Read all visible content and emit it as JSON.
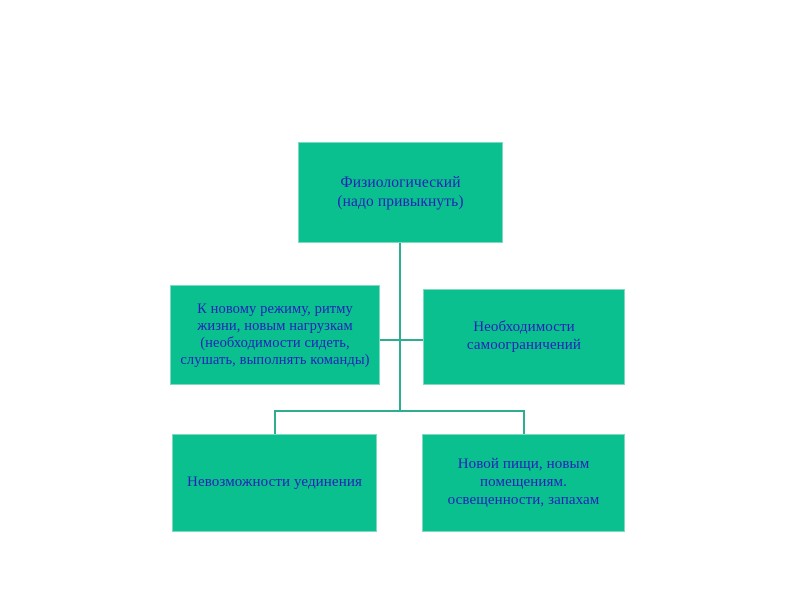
{
  "diagram": {
    "title": "Физиологический (надо привыкнуть)",
    "background_color": "#ffffff",
    "node_fill_color": "#0ac08e",
    "node_border_color": "#7fd9c0",
    "text_color": "#2222bb",
    "connector_color": "#2eae8e",
    "nodes": [
      {
        "id": "root",
        "label": "Физиологический\n(надо привыкнуть)",
        "level": 1
      },
      {
        "id": "regime",
        "label": "К  новому режиму, ритму жизни, новым нагрузкам (необходимости сидеть, слушать, выполнять команды)",
        "level": 2
      },
      {
        "id": "selflimit",
        "label": "Необходимости самоограничений",
        "level": 2
      },
      {
        "id": "solitude",
        "label": "Невозможности уединения",
        "level": 3
      },
      {
        "id": "food",
        "label": "Новой пищи, новым помещениям. освещенности, запахам",
        "level": 3
      }
    ],
    "connectors": [
      {
        "id": "trunk",
        "from": "root",
        "to": "branch-bar",
        "orientation": "vertical"
      },
      {
        "id": "cross",
        "from": "regime",
        "to": "selflimit",
        "orientation": "horizontal"
      },
      {
        "id": "branch-bar",
        "from": "trunk",
        "to": "row3",
        "orientation": "horizontal"
      },
      {
        "id": "drop-left",
        "from": "branch-bar",
        "to": "solitude",
        "orientation": "vertical"
      },
      {
        "id": "drop-right",
        "from": "branch-bar",
        "to": "food",
        "orientation": "vertical"
      }
    ]
  }
}
